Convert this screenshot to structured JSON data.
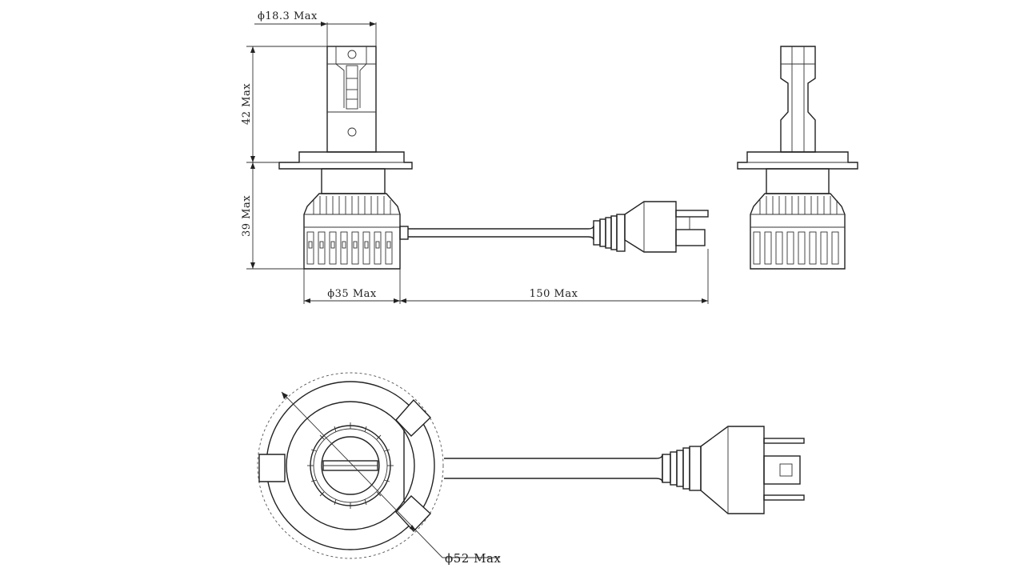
{
  "dimensions": {
    "top_diameter": "ϕ18.3 Max",
    "height_upper": "42 Max",
    "height_lower": "39 Max",
    "base_diameter": "ϕ35 Max",
    "cable_length": "150 Max",
    "flange_diameter": "ϕ52 Max"
  }
}
